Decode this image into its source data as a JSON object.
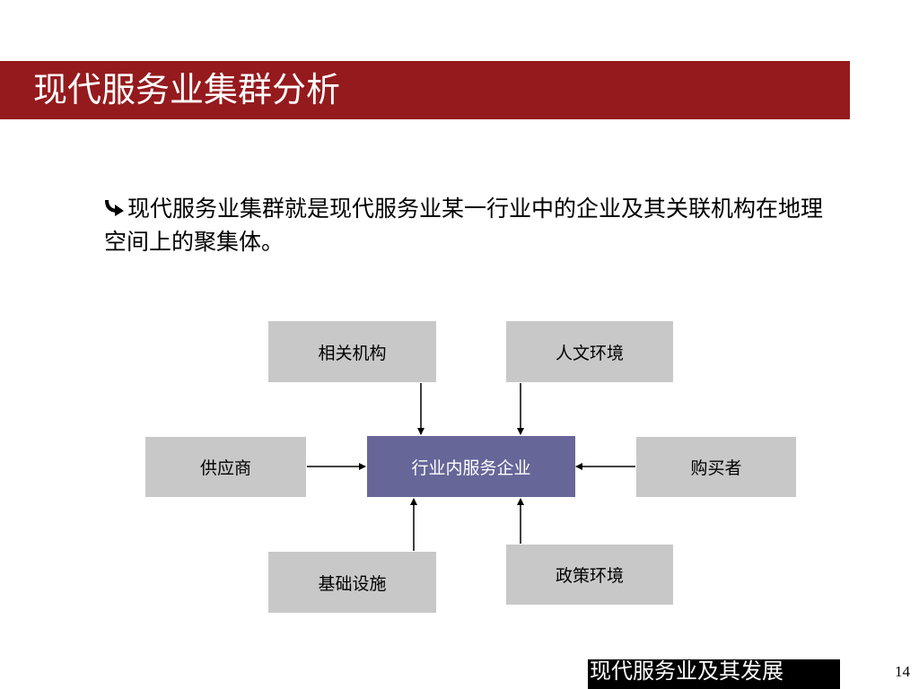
{
  "slide": {
    "title": "现代服务业集群分析",
    "bullet": {
      "icon": "curved-arrow-icon",
      "text": "现代服务业集群就是现代服务业某一行业中的企业及其关联机构在地理空间上的聚集体。"
    }
  },
  "diagram": {
    "center": "行业内服务企业",
    "nodes": {
      "related_institutions": "相关机构",
      "humanities_environment": "人文环境",
      "suppliers": "供应商",
      "buyers": "购买者",
      "infrastructure": "基础设施",
      "policy_environment": "政策环境"
    },
    "colors": {
      "center_fill": "#666699",
      "node_fill": "#c8c8c8",
      "title_bar": "#951a1d"
    }
  },
  "footer": {
    "title": "现代服务业及其发展",
    "page_number": "14"
  }
}
